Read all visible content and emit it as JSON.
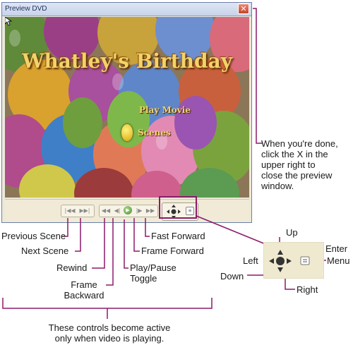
{
  "window": {
    "title": "Preview DVD",
    "close_glyph": "✕"
  },
  "disc_menu": {
    "title": "Whatley's Birthday",
    "items": [
      "Play Movie",
      "Scenes"
    ],
    "selected": "Scenes"
  },
  "controls": {
    "prev_scene_glyph": "|◀◀",
    "next_scene_glyph": "▶▶|",
    "rewind_glyph": "◀◀",
    "frame_backward_glyph": "◀|",
    "play_pause_glyph": "▶",
    "frame_forward_glyph": "|▶",
    "fast_forward_glyph": "▶▶",
    "menu_glyph": "≡"
  },
  "callouts": {
    "close_note": [
      "When you're done,",
      "click the X in the",
      "upper right to",
      "close the preview",
      "window."
    ],
    "previous_scene": "Previous Scene",
    "next_scene": "Next Scene",
    "rewind": "Rewind",
    "frame_backward": [
      "Frame",
      "Backward"
    ],
    "play_pause": [
      "Play/Pause",
      "Toggle"
    ],
    "frame_forward": "Frame Forward",
    "fast_forward": "Fast Forward",
    "up": "Up",
    "left": "Left",
    "down": "Down",
    "right": "Right",
    "enter": "Enter",
    "menu": "Menu",
    "inactive_note": [
      "These controls become active",
      "only when video is playing."
    ]
  },
  "colors": {
    "callout_line": "#8b1a6b",
    "title_gold": "#f2d36a",
    "play_green": "#4d8f36",
    "close_red": "#c5432b"
  }
}
